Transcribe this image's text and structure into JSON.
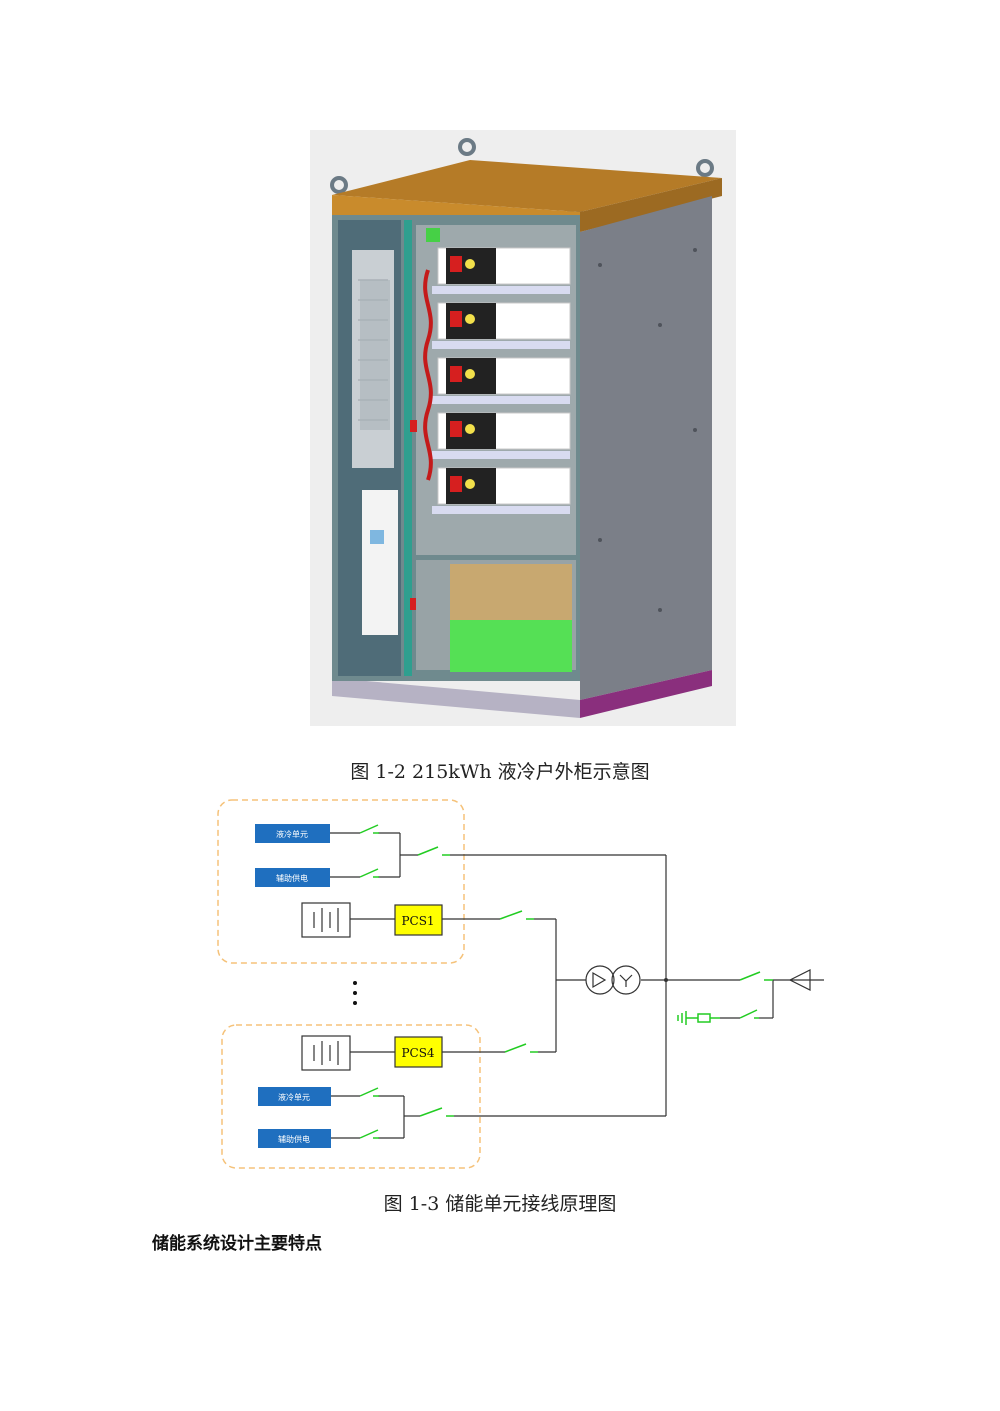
{
  "figure1": {
    "caption": "图 1-2 215kWh 液冷户外柜示意图",
    "battery_module_count": 5
  },
  "figure2": {
    "caption": "图 1-3 储能单元接线原理图",
    "unit1": {
      "liquid_cooling": "液冷单元",
      "aux_power": "辅助供电",
      "pcs": "PCS1"
    },
    "unit2": {
      "liquid_cooling": "液冷单元",
      "aux_power": "辅助供电",
      "pcs": "PCS4"
    },
    "colors": {
      "unit_box": "#1f6fbf",
      "pcs_box": "#ffff00",
      "switch": "#22cc22",
      "dashed_frame": "#f5c27a"
    }
  },
  "section_heading": "储能系统设计主要特点"
}
